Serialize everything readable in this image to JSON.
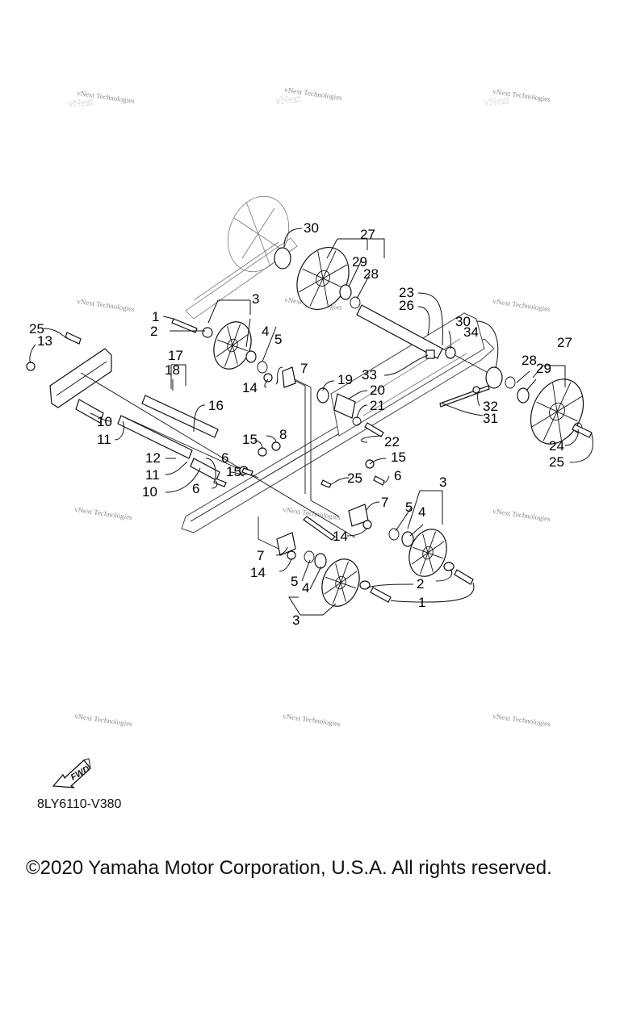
{
  "diagram": {
    "watermark": "vNext Technologies",
    "diagram_code": "8LY6110-V380",
    "fwd_label": "FWD",
    "copyright": "©2020 Yamaha Motor Corporation, U.S.A. All rights reserved.",
    "callouts": [
      {
        "id": "30a",
        "text": "30"
      },
      {
        "id": "27a",
        "text": "27"
      },
      {
        "id": "29a",
        "text": "29"
      },
      {
        "id": "28a",
        "text": "28"
      },
      {
        "id": "23",
        "text": "23"
      },
      {
        "id": "26",
        "text": "26"
      },
      {
        "id": "30b",
        "text": "30"
      },
      {
        "id": "34",
        "text": "34"
      },
      {
        "id": "27b",
        "text": "27"
      },
      {
        "id": "28b",
        "text": "28"
      },
      {
        "id": "29b",
        "text": "29"
      },
      {
        "id": "33",
        "text": "33"
      },
      {
        "id": "32",
        "text": "32"
      },
      {
        "id": "31",
        "text": "31"
      },
      {
        "id": "24",
        "text": "24"
      },
      {
        "id": "25a",
        "text": "25"
      },
      {
        "id": "1a",
        "text": "1"
      },
      {
        "id": "2a",
        "text": "2"
      },
      {
        "id": "3a",
        "text": "3"
      },
      {
        "id": "4a",
        "text": "4"
      },
      {
        "id": "5a",
        "text": "5"
      },
      {
        "id": "25b",
        "text": "25"
      },
      {
        "id": "13",
        "text": "13"
      },
      {
        "id": "17",
        "text": "17"
      },
      {
        "id": "18",
        "text": "18"
      },
      {
        "id": "7a",
        "text": "7"
      },
      {
        "id": "14a",
        "text": "14"
      },
      {
        "id": "19",
        "text": "19"
      },
      {
        "id": "20",
        "text": "20"
      },
      {
        "id": "21",
        "text": "21"
      },
      {
        "id": "22",
        "text": "22"
      },
      {
        "id": "16",
        "text": "16"
      },
      {
        "id": "10a",
        "text": "10"
      },
      {
        "id": "11a",
        "text": "11"
      },
      {
        "id": "8",
        "text": "8"
      },
      {
        "id": "15a",
        "text": "15"
      },
      {
        "id": "12",
        "text": "12"
      },
      {
        "id": "11b",
        "text": "11"
      },
      {
        "id": "10b",
        "text": "10"
      },
      {
        "id": "6a",
        "text": "6"
      },
      {
        "id": "15b",
        "text": "15"
      },
      {
        "id": "6b",
        "text": "6"
      },
      {
        "id": "15c",
        "text": "15"
      },
      {
        "id": "6c",
        "text": "6"
      },
      {
        "id": "25c",
        "text": "25"
      },
      {
        "id": "3b",
        "text": "3"
      },
      {
        "id": "5b",
        "text": "5"
      },
      {
        "id": "4b",
        "text": "4"
      },
      {
        "id": "7b",
        "text": "7"
      },
      {
        "id": "14b",
        "text": "14"
      },
      {
        "id": "7c",
        "text": "7"
      },
      {
        "id": "14c",
        "text": "14"
      },
      {
        "id": "5c",
        "text": "5"
      },
      {
        "id": "4c",
        "text": "4"
      },
      {
        "id": "2b",
        "text": "2"
      },
      {
        "id": "1b",
        "text": "1"
      },
      {
        "id": "3c",
        "text": "3"
      }
    ]
  }
}
